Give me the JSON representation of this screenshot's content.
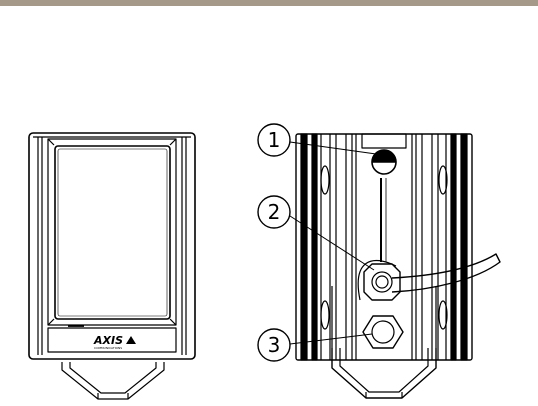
{
  "header": {
    "bar_color": "#a59a89"
  },
  "front_view": {
    "logo": {
      "brand": "AXIS",
      "tagline": "COMMUNICATIONS"
    }
  },
  "callouts": [
    {
      "number": "1"
    },
    {
      "number": "2"
    },
    {
      "number": "3"
    }
  ],
  "colors": {
    "line": "#000000",
    "background": "#ffffff"
  }
}
